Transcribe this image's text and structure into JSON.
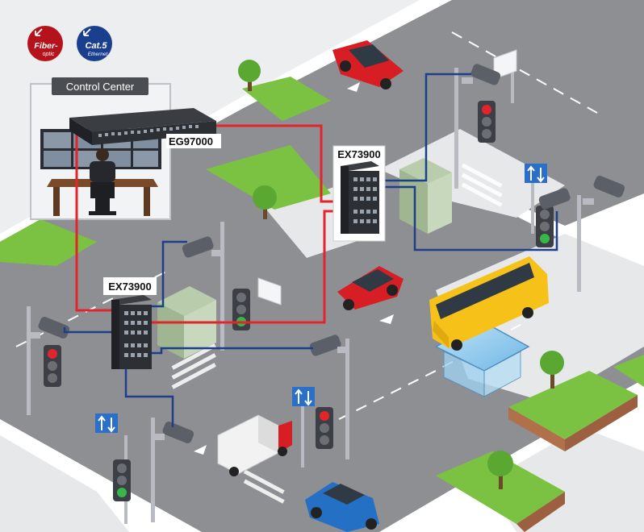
{
  "legend": {
    "fiber": {
      "main": "Fiber-",
      "sub": "optic",
      "color": "#b5121b"
    },
    "cat5": {
      "main": "Cat.5",
      "sub": "Ethernet",
      "color": "#1b3f8f"
    }
  },
  "control_center": {
    "title": "Control Center"
  },
  "devices": {
    "core_switch": "EG97000",
    "switch_top": "EX73900",
    "switch_left": "EX73900"
  },
  "colors": {
    "fiber_line": "#e3242b",
    "ethernet_line": "#1d3f8a",
    "road": "#8e8f93",
    "grass": "#7cc242",
    "sidewalk": "#eceef0"
  },
  "icons": [
    "fiber-optic-icon",
    "cat5-ethernet-icon",
    "cctv-camera-icon",
    "traffic-light-icon",
    "road-sign-icon",
    "tree-icon",
    "car-icon",
    "bus-icon",
    "truck-icon"
  ]
}
